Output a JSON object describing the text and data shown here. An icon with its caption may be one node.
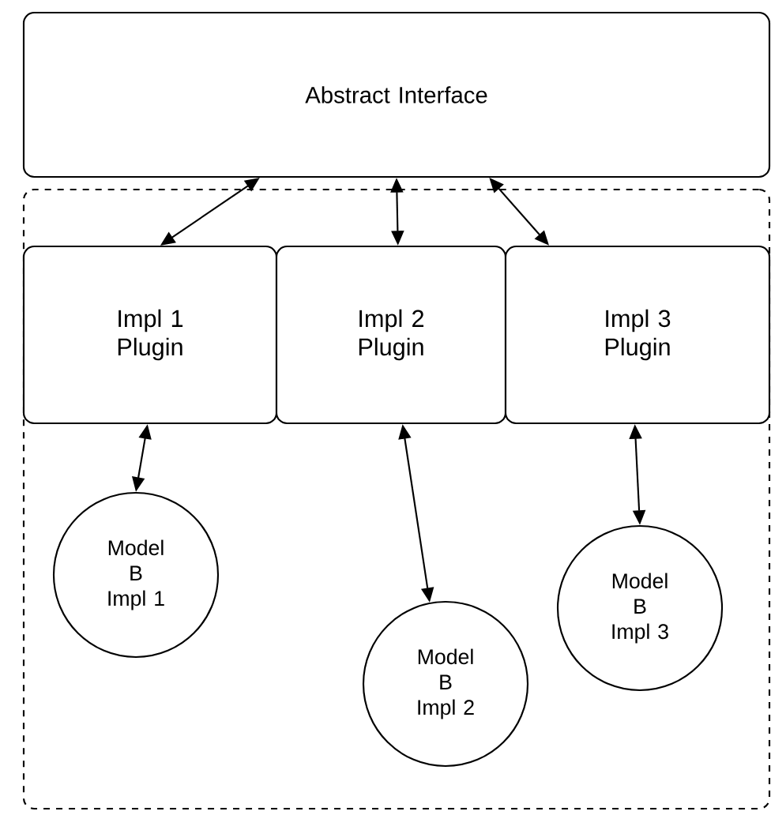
{
  "diagram": {
    "nodes": [
      {
        "text": [
          "Abstract Interface"
        ]
      },
      {
        "text": [],
        "shape": "box"
      },
      {
        "text": [
          "Impl 1 Plugin"
        ],
        "in": 1
      },
      {
        "text": [
          "Impl 2 Plugin"
        ],
        "in": 1
      },
      {
        "text": [
          "Impl 3 Plugin"
        ],
        "in": 1
      },
      {
        "text": [
          "Model B Impl 1"
        ],
        "in": 1
      },
      {
        "text": [
          "Model B Impl 2"
        ],
        "in": 1
      },
      {
        "text": [
          "Model B Impl 3"
        ],
        "in": 1
      }
    ],
    "edges": [
      {
        "from": 0,
        "to": 2,
        "arrow": "both"
      },
      {
        "from": 0,
        "to": 3,
        "arrow": "both"
      },
      {
        "from": 0,
        "to": 4,
        "arrow": "both"
      },
      {
        "from": 2,
        "to": 5,
        "arrow": "both"
      },
      {
        "from": 3,
        "to": 6,
        "arrow": "both"
      },
      {
        "from": 4,
        "to": 7,
        "arrow": "both"
      }
    ]
  }
}
